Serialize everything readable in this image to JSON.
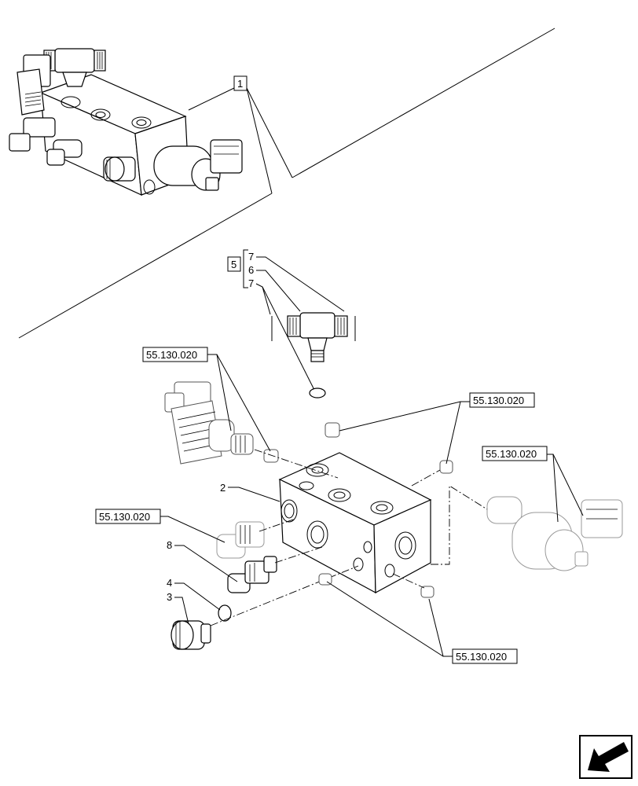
{
  "callouts": {
    "assembly": "1",
    "block": "2",
    "plug": "3",
    "seal": "4",
    "kit": "5",
    "fitting": "6",
    "o_ring_top": "7",
    "o_ring_bottom": "7",
    "cartridge": "8"
  },
  "references": {
    "ref_upper_left": "55.130.020",
    "ref_upper_right": "55.130.020",
    "ref_right": "55.130.020",
    "ref_left": "55.130.020",
    "ref_bottom": "55.130.020"
  },
  "icons": {
    "nav_arrow": "arrow-down-left-icon"
  }
}
